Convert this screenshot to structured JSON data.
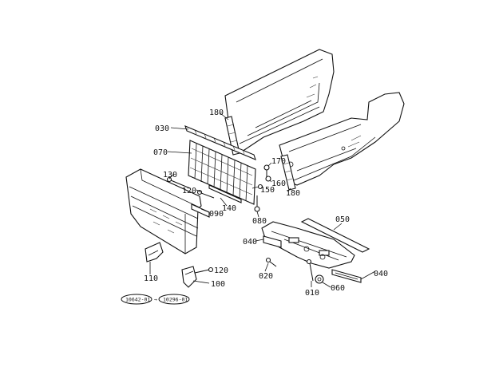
{
  "callouts": {
    "p180a": "180",
    "p030": "030",
    "p070": "070",
    "p130": "130",
    "p120a": "120",
    "p090": "090",
    "p140": "140",
    "p170": "170",
    "p160": "160",
    "p150": "150",
    "p180b": "180",
    "p080": "080",
    "p050": "050",
    "p040a": "040",
    "p020": "020",
    "p010": "010",
    "p060": "060",
    "p040b": "040",
    "p110": "110",
    "p120b": "120",
    "p100": "100"
  },
  "serial_range": {
    "from": "10642-01",
    "separator": "→",
    "to": "10296-01"
  }
}
